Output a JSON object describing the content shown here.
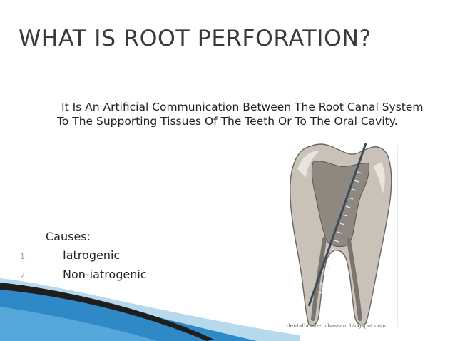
{
  "slide": {
    "title": "WHAT IS ROOT PERFORATION?",
    "definition": "It Is An Artificial Communication Between The Root Canal System To The Supporting Tissues Of The Teeth Or To The Oral Cavity.",
    "causes_label": "Causes:",
    "causes": [
      {
        "number": "1.",
        "label": "Iatrogenic"
      },
      {
        "number": "2.",
        "label": "Non-iatrogenic"
      }
    ],
    "image_watermark": "dentalbooks-drbassam.blogspot.com"
  },
  "colors": {
    "title": "#3a3a3a",
    "body_text": "#222222",
    "list_number": "#8aa7c4",
    "swoosh_dark": "#1e1e1e",
    "swoosh_blue": "#2f89c7",
    "swoosh_light": "#b7d9ee"
  }
}
